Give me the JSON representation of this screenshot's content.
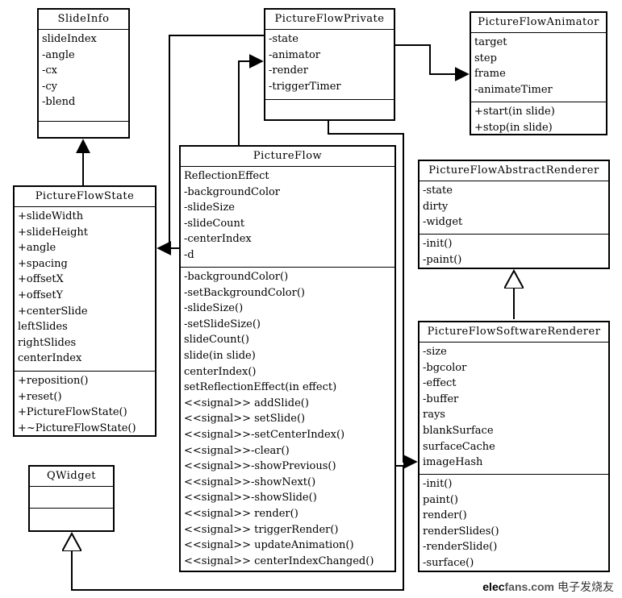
{
  "classes": {
    "slide_info": {
      "name": "SlideInfo",
      "attributes": [
        "slideIndex",
        "-angle",
        "-cx",
        "-cy",
        "-blend"
      ],
      "operations": []
    },
    "picture_flow_private": {
      "name": "PictureFlowPrivate",
      "attributes": [
        "-state",
        "-animator",
        "-render",
        "-triggerTimer"
      ],
      "operations": []
    },
    "picture_flow_animator": {
      "name": "PictureFlowAnimator",
      "attributes": [
        "target",
        "step",
        "frame",
        "-animateTimer"
      ],
      "operations": [
        "+start(in slide)",
        "+stop(in slide)"
      ]
    },
    "picture_flow_state": {
      "name": "PictureFlowState",
      "attributes": [
        "+slideWidth",
        "+slideHeight",
        "+angle",
        "+spacing",
        "+offsetX",
        "+offsetY",
        "+centerSlide",
        "leftSlides",
        "rightSlides",
        "centerIndex"
      ],
      "operations": [
        "+reposition()",
        "+reset()",
        "+PictureFlowState()",
        "+~PictureFlowState()"
      ]
    },
    "picture_flow": {
      "name": "PictureFlow",
      "attributes": [
        "ReflectionEffect",
        "-backgroundColor",
        "-slideSize",
        "-slideCount",
        "-centerIndex",
        "-d"
      ],
      "operations": [
        "-backgroundColor()",
        "-setBackgroundColor()",
        "-slideSize()",
        "-setSlideSize()",
        "slideCount()",
        "slide(in slide)",
        "centerIndex()",
        "setReflectionEffect(in effect)",
        "<<signal>> addSlide()",
        "<<signal>> setSlide()",
        "<<signal>>-setCenterIndex()",
        "<<signal>>-clear()",
        "<<signal>>-showPrevious()",
        "<<signal>>-showNext()",
        "<<signal>>-showSlide()",
        "<<signal>> render()",
        "<<signal>> triggerRender()",
        "<<signal>> updateAnimation()",
        "<<signal>> centerIndexChanged()"
      ]
    },
    "picture_flow_abstract_renderer": {
      "name": "PictureFlowAbstractRenderer",
      "attributes": [
        "-state",
        "dirty",
        "-widget"
      ],
      "operations": [
        "-init()",
        "-paint()"
      ]
    },
    "picture_flow_software_renderer": {
      "name": "PictureFlowSoftwareRenderer",
      "attributes": [
        "-size",
        "-bgcolor",
        "-effect",
        "-buffer",
        "rays",
        "blankSurface",
        "surfaceCache",
        "imageHash"
      ],
      "operations": [
        "-init()",
        "paint()",
        "render()",
        "renderSlides()",
        "-renderSlide()",
        "-surface()"
      ]
    },
    "qwidget": {
      "name": "QWidget",
      "attributes": [],
      "operations": []
    }
  },
  "watermark": {
    "brand_left": "elec",
    "brand_right": "fans",
    "domain_suffix": ".com",
    "chinese": "电子发烧友"
  }
}
